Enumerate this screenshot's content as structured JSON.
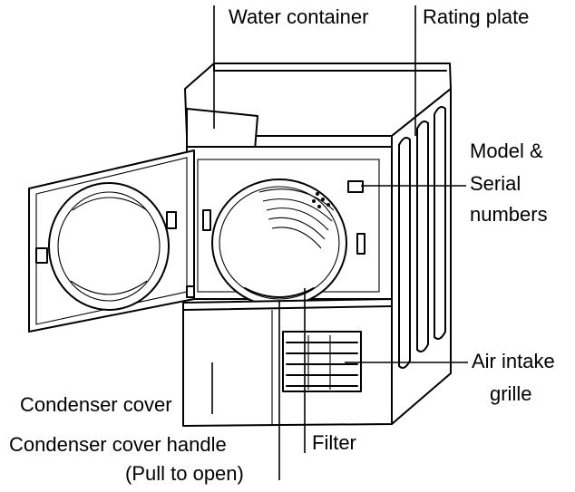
{
  "labels": {
    "water_container": "Water container",
    "rating_plate": "Rating plate",
    "model_serial": [
      "Model &",
      "Serial",
      "numbers"
    ],
    "air_intake": [
      "Air intake",
      "grille"
    ],
    "condenser_cover": "Condenser cover",
    "condenser_handle": "Condenser cover handle",
    "pull_to_open": "(Pull to open)",
    "filter": "Filter"
  }
}
